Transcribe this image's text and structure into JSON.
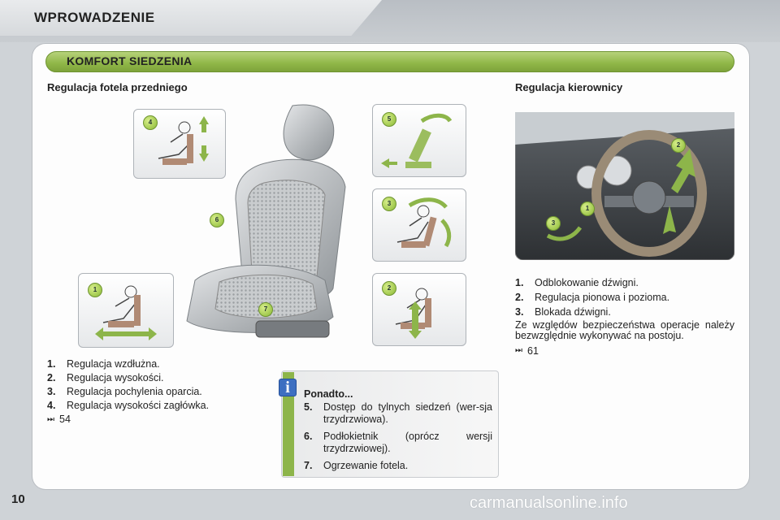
{
  "header": {
    "title": "WPROWADZENIE"
  },
  "section": {
    "title": "KOMFORT SIEDZENIA"
  },
  "seat": {
    "heading": "Regulacja fotela przedniego",
    "badges": [
      "1",
      "2",
      "3",
      "4",
      "5",
      "6",
      "7"
    ],
    "items": [
      {
        "num": "1.",
        "text": "Regulacja wzdłużna."
      },
      {
        "num": "2.",
        "text": "Regulacja wysokości."
      },
      {
        "num": "3.",
        "text": "Regulacja pochylenia oparcia."
      },
      {
        "num": "4.",
        "text": "Regulacja wysokości zagłówka."
      }
    ],
    "ref": "54"
  },
  "info": {
    "title": "Ponadto...",
    "items": [
      {
        "num": "5.",
        "text": "Dostęp do tylnych siedzeń (wer-sja trzydrzwiowa)."
      },
      {
        "num": "6.",
        "text": "Podłokietnik (oprócz wersji trzydrzwiowej)."
      },
      {
        "num": "7.",
        "text": "Ogrzewanie fotela."
      }
    ]
  },
  "steering": {
    "heading": "Regulacja kierownicy",
    "badges": [
      "1",
      "2",
      "3"
    ],
    "items": [
      {
        "num": "1.",
        "text": "Odblokowanie dźwigni."
      },
      {
        "num": "2.",
        "text": "Regulacja pionowa i pozioma."
      },
      {
        "num": "3.",
        "text": "Blokada dźwigni."
      }
    ],
    "note": "Ze względów bezpieczeństwa operacje należy bezwzględnie wykonywać na postoju.",
    "ref": "61"
  },
  "footer": {
    "page_number": "10",
    "watermark": "carmanualsonline.info"
  },
  "colors": {
    "accent_green": "#8fb647",
    "info_blue": "#3d6fc1"
  },
  "icons": {
    "reference": "double-arrow-right-icon",
    "info": "info-icon"
  }
}
